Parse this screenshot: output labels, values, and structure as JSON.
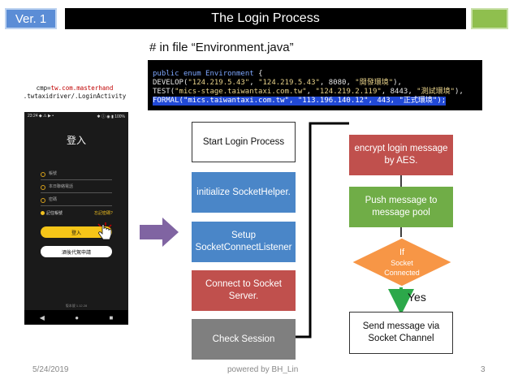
{
  "header": {
    "version": "Ver. 1",
    "title": "The Login Process"
  },
  "code": {
    "file_label": "# in file “Environment.java”",
    "enum_line": {
      "kw1": "public",
      "kw2": "enum",
      "name": "Environment",
      "brace": "{"
    },
    "lines": [
      {
        "name": "DEVELOP",
        "args": [
          "\"124.219.5.43\"",
          "\"124.219.5.43\"",
          "8080",
          "\"開發環境\""
        ],
        "end": "),"
      },
      {
        "name": "TEST",
        "args": [
          "\"mics-stage.taiwantaxi.com.tw\"",
          "\"124.219.2.119\"",
          "8443",
          "\"測試環境\""
        ],
        "end": "),"
      },
      {
        "name": "FORMAL",
        "args": [
          "\"mics.taiwantaxi.com.tw\"",
          "\"113.196.140.12\"",
          "443",
          "\"正式環境\""
        ],
        "end": ");"
      }
    ]
  },
  "activity": {
    "prefix": "cmp=",
    "line1": "tw.com.masterhand",
    "line2": ".twtaxidriver/.LoginActivity"
  },
  "phone": {
    "status_left": "23:24 ◆ ⚠ ▶ •",
    "status_right": "✱ ⓘ ◉ ▮ 100%",
    "title": "登入",
    "fields": [
      "帳號",
      "本日聯絡電話",
      "密碼"
    ],
    "remember": "記住帳號",
    "forgot": "忘記密碼?",
    "login_button": "登入",
    "driver_button": "酒後代駕申請",
    "version": "版本號 1.12.28"
  },
  "flow": {
    "start": "Start Login Process",
    "init": "initialize SocketHelper.",
    "setup": "Setup SocketConnectListener",
    "connect": "Connect to Socket Server.",
    "check": "Check Session",
    "encrypt": "encrypt login message by AES.",
    "push": "Push message to message pool",
    "decision_if": "If",
    "decision_line1": "Socket",
    "decision_line2": "Connected",
    "yes": "Yes",
    "send": "Send message via Socket Channel"
  },
  "colors": {
    "blue": "#4a86c8",
    "red": "#c0504d",
    "green": "#70ad47",
    "gray": "#7f7f7f",
    "orange": "#f79646",
    "purple_arrow": "#8064a2"
  },
  "footer": {
    "date": "5/24/2019",
    "credit": "powered by BH_Lin",
    "page": "3"
  }
}
